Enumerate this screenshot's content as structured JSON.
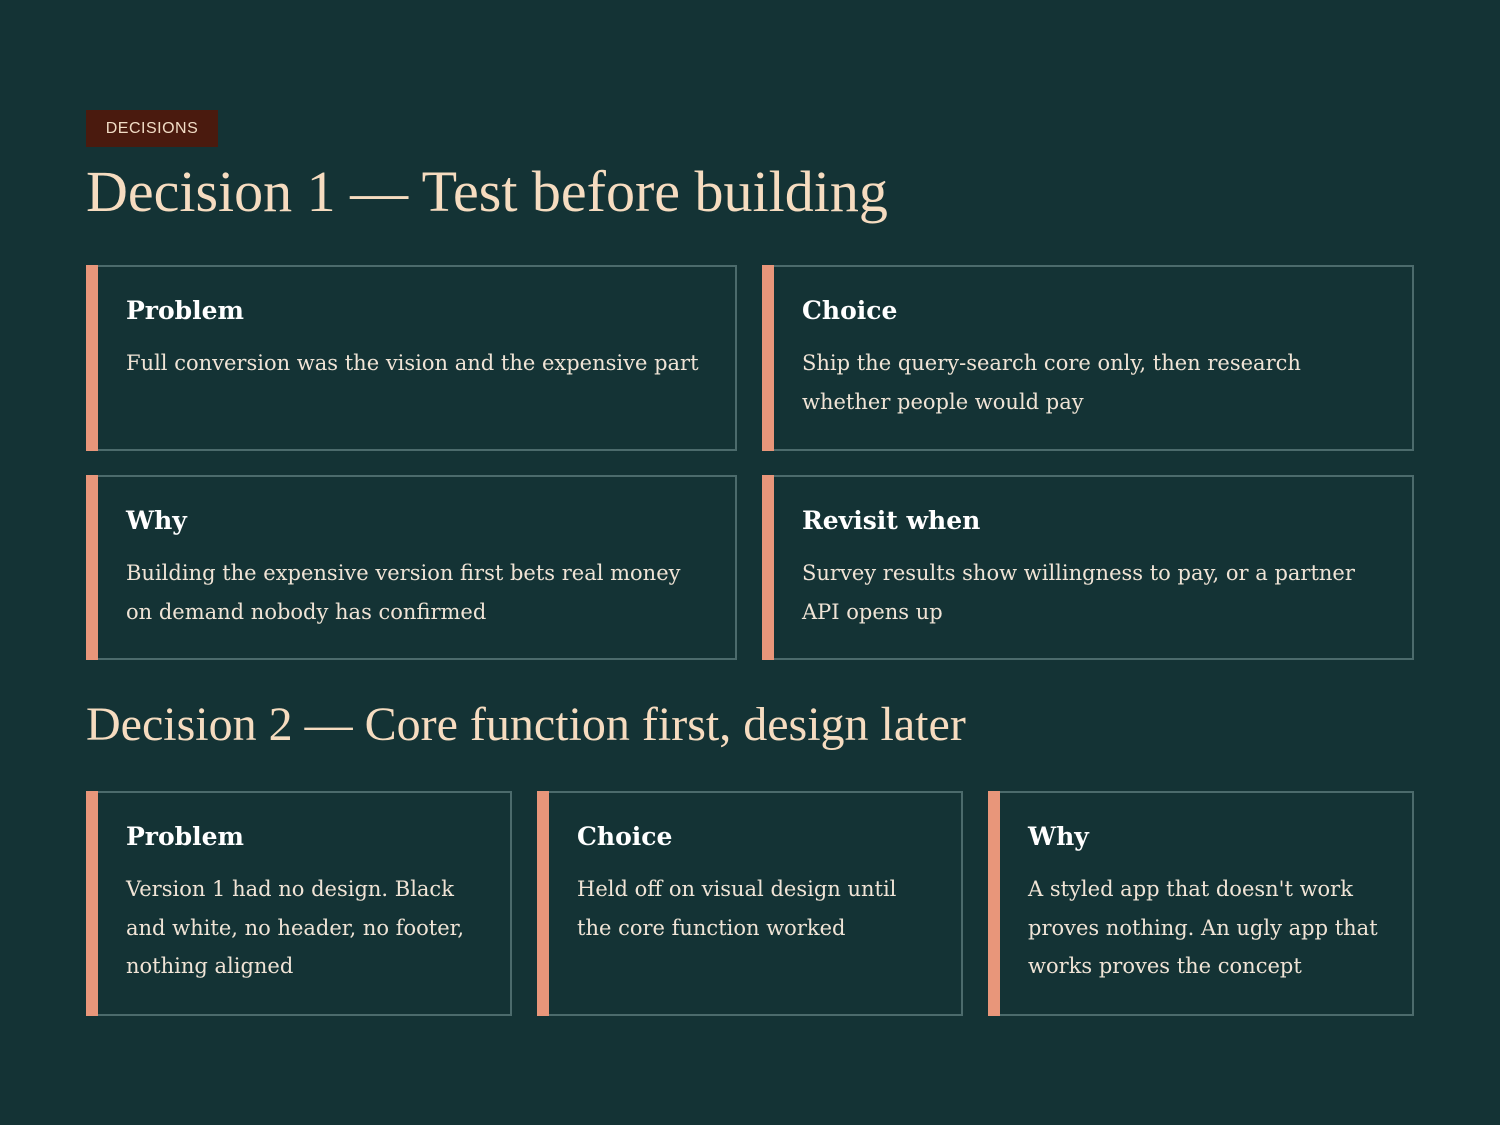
{
  "section_tag": "DECISIONS",
  "decision1": {
    "title": "Decision 1 — Test before building",
    "cards": [
      {
        "title": "Problem",
        "body": "Full conversion was the vision and the expensive part"
      },
      {
        "title": "Choice",
        "body": "Ship the query-search core only, then research whether people would pay"
      },
      {
        "title": "Why",
        "body": "Building the expensive version first bets real money on demand nobody has confirmed"
      },
      {
        "title": "Revisit when",
        "body": "Survey results show willingness to pay, or a partner API opens up"
      }
    ]
  },
  "decision2": {
    "title": "Decision 2 — Core function first, design later",
    "cards": [
      {
        "title": "Problem",
        "body": "Version 1 had no design. Black and white, no header, no footer, nothing aligned"
      },
      {
        "title": "Choice",
        "body": "Held off on visual design until the core function worked"
      },
      {
        "title": "Why",
        "body": "A styled app that doesn't work proves nothing. An ugly app that works proves the concept"
      }
    ]
  },
  "colors": {
    "background": "#143335",
    "accent": "#e8967a",
    "tag_background": "#4a1a0e",
    "heading": "#f6dcc0",
    "card_border": "#4c6b6c"
  }
}
